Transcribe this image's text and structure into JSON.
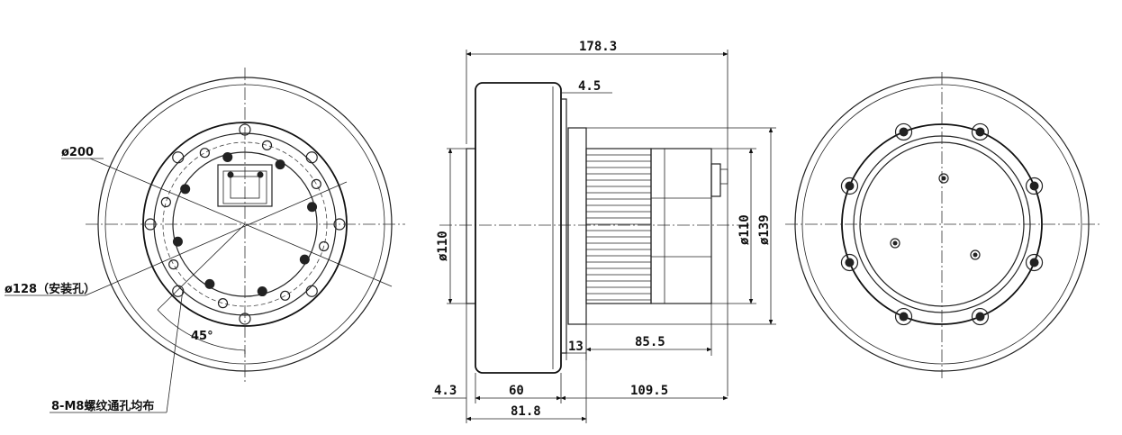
{
  "front_view": {
    "labels": {
      "outer_diameter": "ø200",
      "mount_circle": "ø128（安装孔）",
      "angle": "45°",
      "holes": "8-M8螺纹通孔均布"
    }
  },
  "side_view": {
    "dims": {
      "overall_length": "178.3",
      "flange_gap": "4.5",
      "shaft_diameter": "ø110",
      "body_diameter": "ø110",
      "flange_diameter": "ø139",
      "flange_thickness": "13",
      "motor_length": "85.5",
      "left_offset": "4.3",
      "wheel_width": "60",
      "right_length": "109.5",
      "combined_width": "81.8"
    }
  }
}
